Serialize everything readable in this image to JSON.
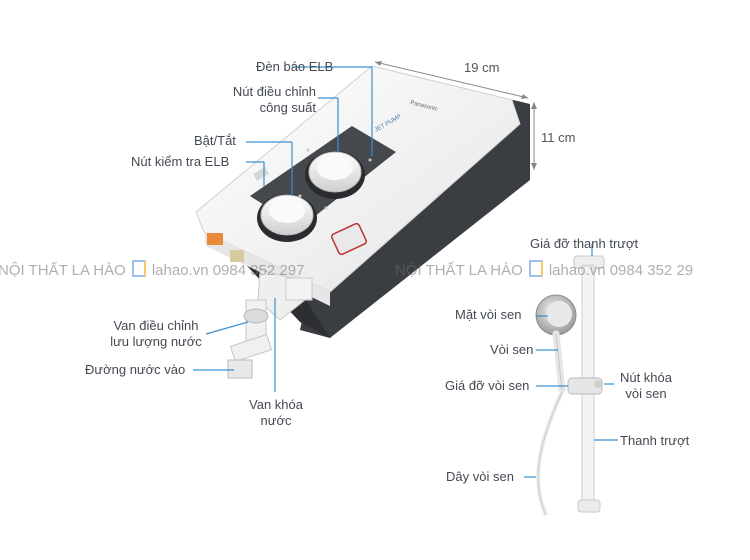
{
  "labels": {
    "elb_light": "Đèn báo ELB",
    "power_knob_line1": "Nút điều chỉnh",
    "power_knob_line2": "công suất",
    "on_off": "Bật/Tắt",
    "elb_test": "Nút kiểm tra ELB",
    "flow_valve_line1": "Van điều chỉnh",
    "flow_valve_line2": "lưu lượng nước",
    "water_inlet": "Đường nước vào",
    "shutoff_valve_line1": "Van khóa",
    "shutoff_valve_line2": "nước",
    "slide_bracket": "Giá đỡ thanh trượt",
    "shower_face": "Mặt vòi sen",
    "shower_head": "Vòi sen",
    "shower_holder": "Giá đỡ vòi sen",
    "lock_knob_line1": "Nút khóa",
    "lock_knob_line2": "vòi sen",
    "slide_bar": "Thanh trượt",
    "shower_hose": "Dây vòi sen"
  },
  "dimensions": {
    "width": "19 cm",
    "depth": "11 cm"
  },
  "watermark": {
    "part1_brand": "NỘI THẤT LA HÀO",
    "part1_site": "lahao.vn 0984 352 297",
    "part2_brand": "NỘI THẤT LA HÀO",
    "part2_site": "lahao.vn 0984 352 29"
  },
  "product": {
    "brand_print": "Panasonic",
    "model_print": "JET PUMP"
  },
  "colors": {
    "label_text": "#444a52",
    "leader_line": "#3b8fd0",
    "body_white": "#f2f2f2",
    "body_dark": "#3a3d42"
  }
}
